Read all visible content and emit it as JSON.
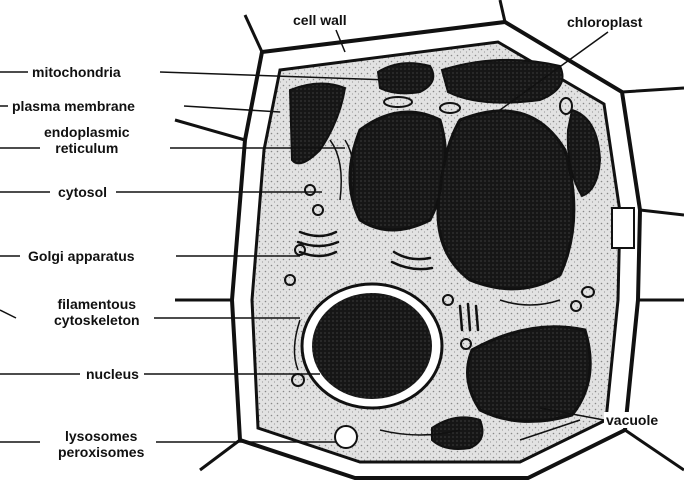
{
  "labels": {
    "cell_wall": "cell wall",
    "chloroplast": "chloroplast",
    "mitochondria": "mitochondria",
    "plasma_membrane": "plasma membrane",
    "er_line1": "endoplasmic",
    "er_line2": "reticulum",
    "cytosol": "cytosol",
    "golgi": "Golgi apparatus",
    "filament_line1": "filamentous",
    "filament_line2": "cytoskeleton",
    "nucleus": "nucleus",
    "lyso_line1": "lysosomes",
    "lyso_line2": "peroxisomes",
    "vacuole": "vacuole"
  },
  "colors": {
    "ink": "#111111",
    "organelle": "#1a1a1a",
    "cytosol": "#d6d6d6",
    "background": "#ffffff"
  }
}
